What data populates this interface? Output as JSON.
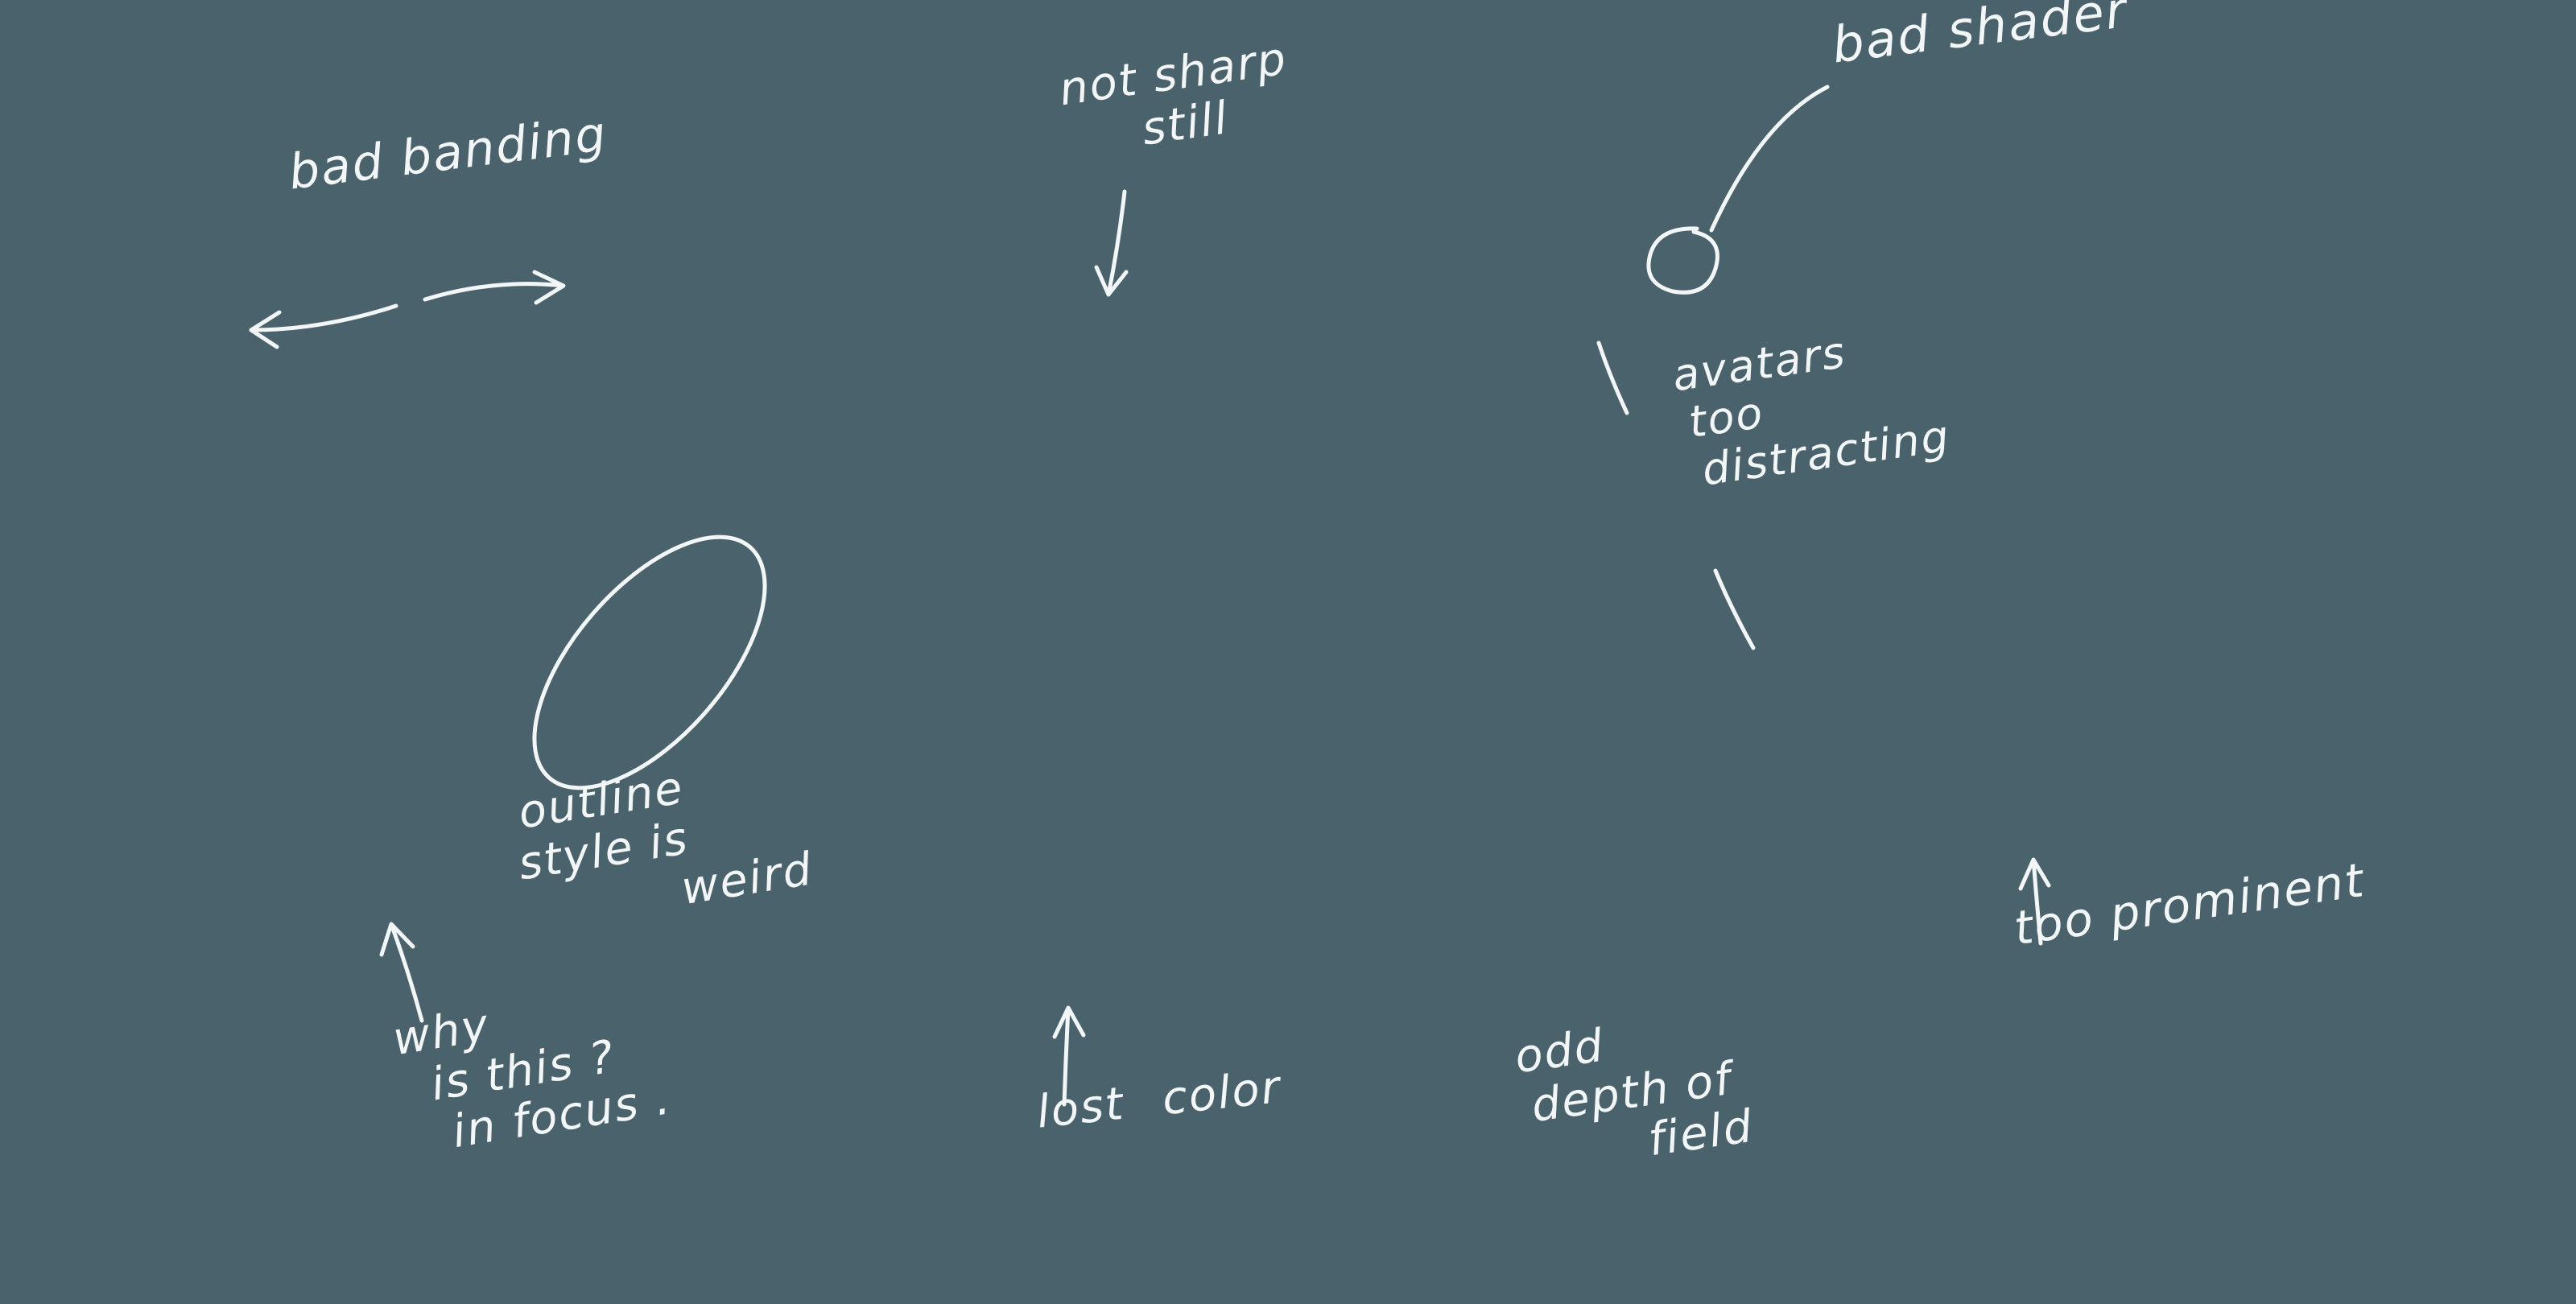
{
  "canvas": {
    "background_color": "#4a626b",
    "ink_color": "#f3f6f6"
  },
  "annotations": {
    "bad_banding": {
      "text": "bad banding"
    },
    "not_sharp": {
      "lines": [
        "not sharp",
        "still"
      ]
    },
    "bad_shader": {
      "text": "bad shader"
    },
    "avatars_distracting": {
      "lines": [
        "avatars",
        "too",
        "distracting"
      ]
    },
    "outline_style": {
      "lines": [
        "outline",
        "style is",
        "weird"
      ]
    },
    "why_focus": {
      "lines": [
        "why",
        "is this ?",
        "in focus ."
      ]
    },
    "lost_color": {
      "text": "lost color"
    },
    "odd_depth": {
      "lines": [
        "odd",
        "depth of",
        "field"
      ]
    },
    "too_prominent": {
      "text": "too prominent"
    }
  },
  "marks": {
    "bad_banding_arrows": "curved-left-arrow-and-right-arrow",
    "not_sharp_arrow": "down-arrow",
    "bad_shader_pointer": "curved-line-to-circle",
    "shader_circle": "small-hand-drawn-circle",
    "avatars_slashes": "two-diagonal-strokes",
    "outline_ellipse": "large-tilted-ellipse",
    "why_focus_arrow": "up-arrow",
    "lost_color_arrow": "up-arrow",
    "too_prominent_arrow": "up-arrow"
  }
}
